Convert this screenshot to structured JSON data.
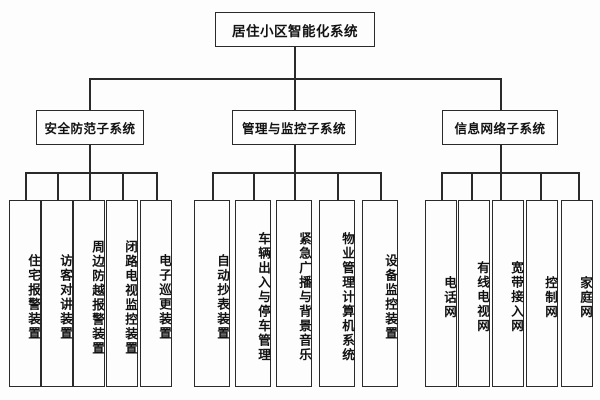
{
  "diagram": {
    "type": "tree",
    "title_text": "居住小区智能化系统",
    "root": {
      "label": "居住小区智能化系统"
    },
    "branches": [
      {
        "label": "安全防范子系统",
        "leaves": [
          "住宅报警装置",
          "访客对讲装置",
          "周边防越报警装置",
          "闭路电视监控装置",
          "电子巡更装置"
        ]
      },
      {
        "label": "管理与监控子系统",
        "leaves": [
          "自动抄表装置",
          "车辆出入与停车管理",
          "紧急广播与背景音乐",
          "物业管理计算机系统",
          "设备监控装置"
        ]
      },
      {
        "label": "信息网络子系统",
        "leaves": [
          "电话网",
          "有线电视网",
          "宽带接入网",
          "控制网",
          "家庭网"
        ]
      }
    ],
    "colors": {
      "background": "#fdfdfd",
      "box_border": "#2a2a2a",
      "box_fill": "#fdfdfd",
      "text": "#111111",
      "connector": "#2a2a2a"
    }
  }
}
